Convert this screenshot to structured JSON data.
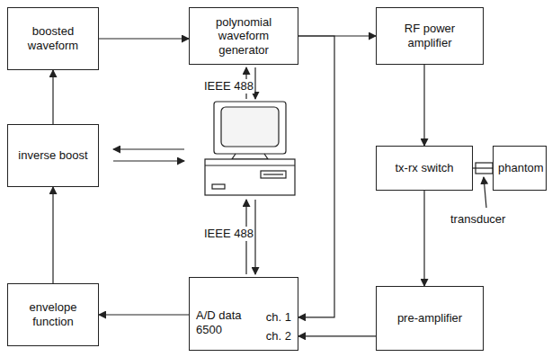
{
  "diagram": {
    "nodes": [
      {
        "text": [
          "boosted waveform"
        ]
      },
      {
        "text": [
          "polynomial waveform generator"
        ]
      },
      {
        "text": [
          "RF power amplifier"
        ]
      },
      {
        "text": [
          "inverse boost"
        ]
      },
      {
        "text": [
          "tx-rx switch"
        ]
      },
      {
        "text": [
          "phantom"
        ]
      },
      {
        "text": [
          "envelope function"
        ]
      },
      {
        "text": [
          "A/D data 6500",
          "ch. 1",
          "ch. 2"
        ]
      },
      {
        "text": [
          "pre-amplifier"
        ]
      }
    ],
    "edges": [
      {
        "from": 0,
        "to": 1,
        "arrow": "to"
      },
      {
        "from": 1,
        "to": 2,
        "arrow": "to"
      },
      {
        "from": 1,
        "to": 7,
        "arrow": "to"
      },
      {
        "from": 2,
        "to": 4,
        "arrow": "to"
      },
      {
        "from": 4,
        "to": 5,
        "arrow": "none"
      },
      {
        "from": 4,
        "to": 8,
        "arrow": "to"
      },
      {
        "from": 8,
        "to": 7,
        "arrow": "to"
      },
      {
        "from": 7,
        "to": 6,
        "arrow": "to"
      },
      {
        "from": 6,
        "to": 3,
        "arrow": "to"
      },
      {
        "from": 3,
        "to": 0,
        "arrow": "to"
      }
    ],
    "labels": [
      "IEEE 488",
      "IEEE 488",
      "transducer"
    ]
  }
}
